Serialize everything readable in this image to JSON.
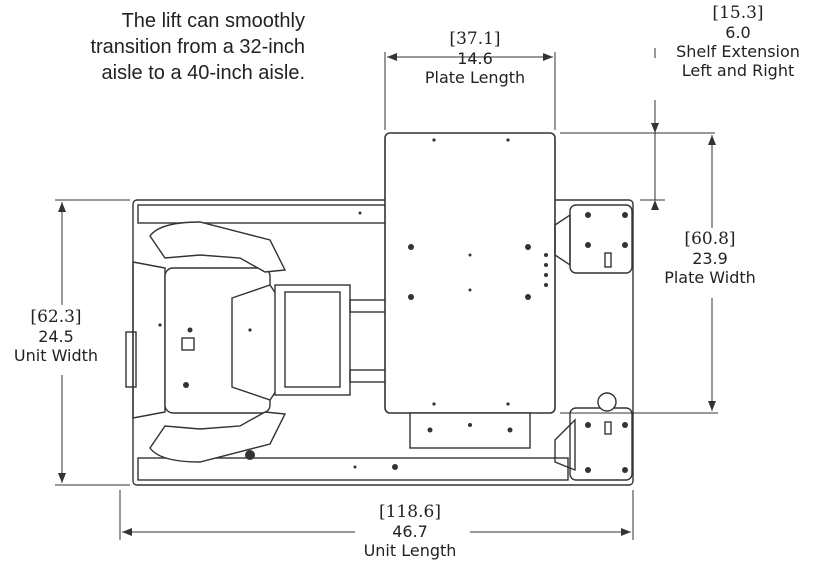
{
  "caption": {
    "line1": "The lift can smoothly",
    "line2": "transition from a 32-inch",
    "line3": "aisle to a 40-inch aisle."
  },
  "dimensions": {
    "plate_length": {
      "metric": "37.1",
      "imperial": "14.6",
      "label": "Plate Length"
    },
    "shelf_extension": {
      "metric": "15.3",
      "imperial": "6.0",
      "label1": "Shelf Extension",
      "label2": "Left and Right"
    },
    "plate_width": {
      "metric": "60.8",
      "imperial": "23.9",
      "label": "Plate Width"
    },
    "unit_width": {
      "metric": "62.3",
      "imperial": "24.5",
      "label": "Unit Width"
    },
    "unit_length": {
      "metric": "118.6",
      "imperial": "46.7",
      "label": "Unit Length"
    }
  },
  "colors": {
    "line": "#333333",
    "fill": "#ffffff",
    "dark": "#1c1c1c"
  }
}
